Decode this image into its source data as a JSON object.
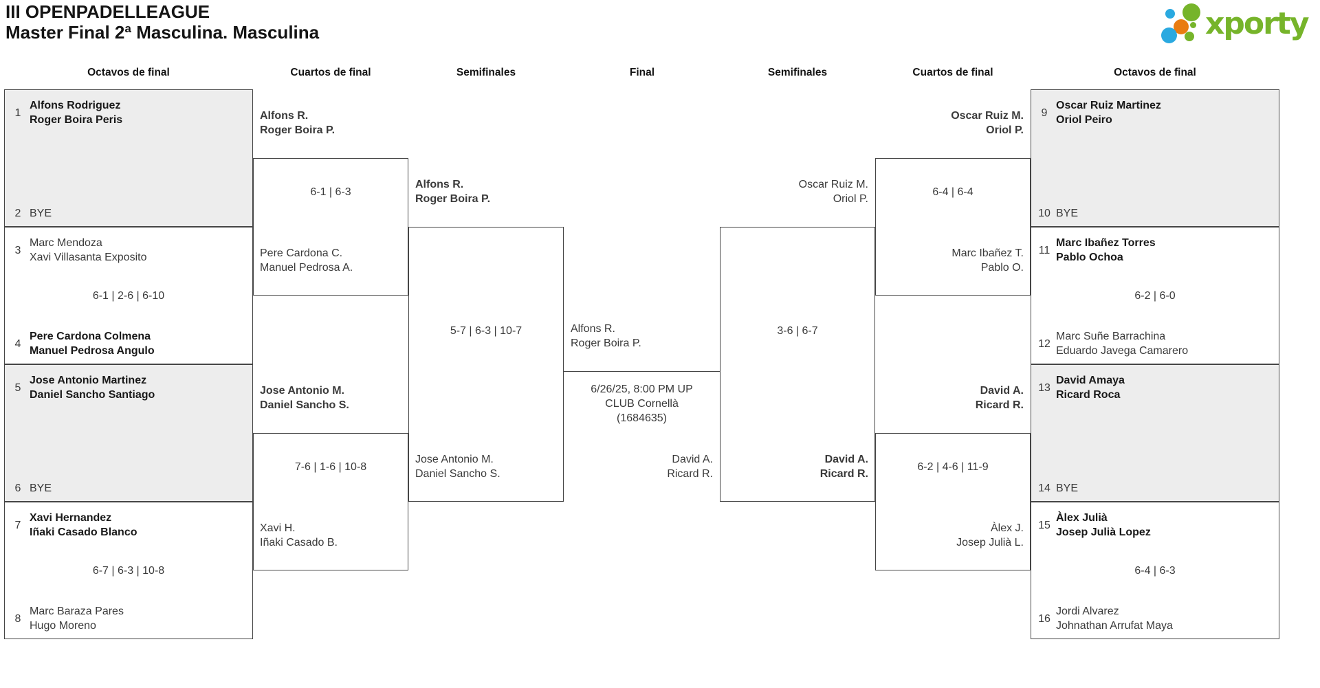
{
  "title": {
    "line1": "III OPENPADELLEAGUE",
    "line2": "Master Final 2ª Masculina. Masculina"
  },
  "logo": {
    "brand": "xporty"
  },
  "rounds": {
    "r1": "Octavos de final",
    "r2": "Cuartos de final",
    "r3": "Semifinales",
    "r4": "Final",
    "r5": "Semifinales",
    "r6": "Cuartos de final",
    "r7": "Octavos de final"
  },
  "bracket": {
    "octavos_left": [
      {
        "top": {
          "seed": "1",
          "line1": "Alfons Rodriguez",
          "line2": "Roger Boira Peris",
          "winner": true
        },
        "score": "",
        "bottom": {
          "seed": "2",
          "line1": "BYE",
          "winner": false
        }
      },
      {
        "top": {
          "seed": "3",
          "line1": "Marc Mendoza",
          "line2": "Xavi Villasanta Exposito",
          "winner": false
        },
        "score": "6-1 | 2-6 | 6-10",
        "bottom": {
          "seed": "4",
          "line1": "Pere Cardona Colmena",
          "line2": "Manuel Pedrosa Angulo",
          "winner": true
        }
      },
      {
        "top": {
          "seed": "5",
          "line1": "Jose Antonio Martinez",
          "line2": "Daniel Sancho Santiago",
          "winner": true
        },
        "score": "",
        "bottom": {
          "seed": "6",
          "line1": "BYE",
          "winner": false
        }
      },
      {
        "top": {
          "seed": "7",
          "line1": "Xavi Hernandez",
          "line2": "Iñaki Casado Blanco",
          "winner": true
        },
        "score": "6-7 | 6-3 | 10-8",
        "bottom": {
          "seed": "8",
          "line1": "Marc Baraza Pares",
          "line2": "Hugo Moreno",
          "winner": false
        }
      }
    ],
    "octavos_right": [
      {
        "top": {
          "seed": "9",
          "line1": "Oscar Ruiz Martinez",
          "line2": "Oriol Peiro",
          "winner": true
        },
        "score": "",
        "bottom": {
          "seed": "10",
          "line1": "BYE",
          "winner": false
        }
      },
      {
        "top": {
          "seed": "11",
          "line1": "Marc Ibañez Torres",
          "line2": "Pablo Ochoa",
          "winner": true
        },
        "score": "6-2 | 6-0",
        "bottom": {
          "seed": "12",
          "line1": "Marc Suñe Barrachina",
          "line2": "Eduardo Javega Camarero",
          "winner": false
        }
      },
      {
        "top": {
          "seed": "13",
          "line1": "David Amaya",
          "line2": "Ricard Roca",
          "winner": true
        },
        "score": "",
        "bottom": {
          "seed": "14",
          "line1": "BYE",
          "winner": false
        }
      },
      {
        "top": {
          "seed": "15",
          "line1": "Àlex Julià",
          "line2": "Josep Julià Lopez",
          "winner": true
        },
        "score": "6-4 | 6-3",
        "bottom": {
          "seed": "16",
          "line1": "Jordi Alvarez",
          "line2": "Johnathan Arrufat Maya",
          "winner": false
        }
      }
    ],
    "cuartos_left": [
      {
        "top": {
          "line1": "Alfons R.",
          "line2": "Roger Boira P.",
          "winner": true
        },
        "score": "6-1 | 6-3",
        "bottom": {
          "line1": "Pere Cardona C.",
          "line2": "Manuel Pedrosa A.",
          "winner": false
        }
      },
      {
        "top": {
          "line1": "Jose Antonio M.",
          "line2": "Daniel Sancho S.",
          "winner": true
        },
        "score": "7-6 | 1-6 | 10-8",
        "bottom": {
          "line1": "Xavi H.",
          "line2": "Iñaki Casado B.",
          "winner": false
        }
      }
    ],
    "cuartos_right": [
      {
        "top": {
          "line1": "Oscar Ruiz M.",
          "line2": "Oriol P.",
          "winner": true
        },
        "score": "6-4 | 6-4",
        "bottom": {
          "line1": "Marc Ibañez T.",
          "line2": "Pablo O.",
          "winner": false
        }
      },
      {
        "top": {
          "line1": "David A.",
          "line2": "Ricard R.",
          "winner": true
        },
        "score": "6-2 | 4-6 | 11-9",
        "bottom": {
          "line1": "Àlex J.",
          "line2": "Josep Julià L.",
          "winner": false
        }
      }
    ],
    "semifinal_left": {
      "top": {
        "line1": "Alfons R.",
        "line2": "Roger Boira P.",
        "winner": true
      },
      "score": "5-7 | 6-3 | 10-7",
      "bottom": {
        "line1": "Jose Antonio M.",
        "line2": "Daniel Sancho S.",
        "winner": false
      }
    },
    "semifinal_right": {
      "top": {
        "line1": "Oscar Ruiz M.",
        "line2": "Oriol P.",
        "winner": false
      },
      "score": "3-6 | 6-7",
      "bottom": {
        "line1": "David A.",
        "line2": "Ricard R.",
        "winner": true
      }
    },
    "final": {
      "left": {
        "line1": "Alfons R.",
        "line2": "Roger Boira P."
      },
      "right": {
        "line1": "David A.",
        "line2": "Ricard R."
      },
      "info": {
        "line1": "6/26/25, 8:00 PM UP",
        "line2": "CLUB Cornellà",
        "line3": "(1684635)"
      }
    }
  },
  "colors": {
    "brand_green": "#76b42a",
    "brand_blue": "#2aa9e0",
    "brand_orange": "#e97c11",
    "box_gray": "#ededed",
    "border": "#454545"
  }
}
